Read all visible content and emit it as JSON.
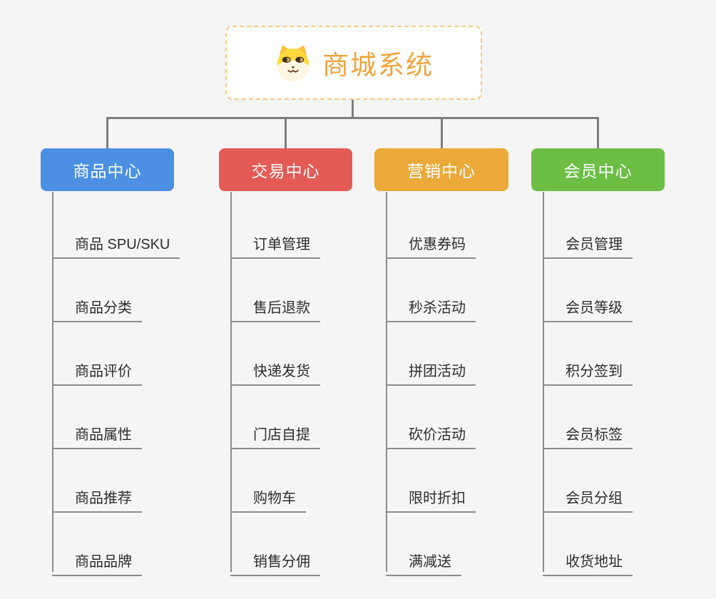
{
  "root": {
    "title": "商城系统",
    "icon": "shiba-dog-icon",
    "title_color": "#f0a43c",
    "border_color": "#f6c97e"
  },
  "branches": [
    {
      "label": "商品中心",
      "color": "#4b90e2",
      "children": [
        "商品 SPU/SKU",
        "商品分类",
        "商品评价",
        "商品属性",
        "商品推荐",
        "商品品牌"
      ]
    },
    {
      "label": "交易中心",
      "color": "#e45a55",
      "children": [
        "订单管理",
        "售后退款",
        "快递发货",
        "门店自提",
        "购物车",
        "销售分佣"
      ]
    },
    {
      "label": "营销中心",
      "color": "#eaa939",
      "children": [
        "优惠券码",
        "秒杀活动",
        "拼团活动",
        "砍价活动",
        "限时折扣",
        "满减送"
      ]
    },
    {
      "label": "会员中心",
      "color": "#6cbe45",
      "children": [
        "会员管理",
        "会员等级",
        "积分签到",
        "会员标签",
        "会员分组",
        "收货地址"
      ]
    }
  ],
  "colors": {
    "background": "#f5f5f5",
    "connector": "#7d7d7d",
    "underline": "#8c8c8c",
    "leaf_text": "#2d2d2d",
    "branch_text": "#ffffff"
  }
}
